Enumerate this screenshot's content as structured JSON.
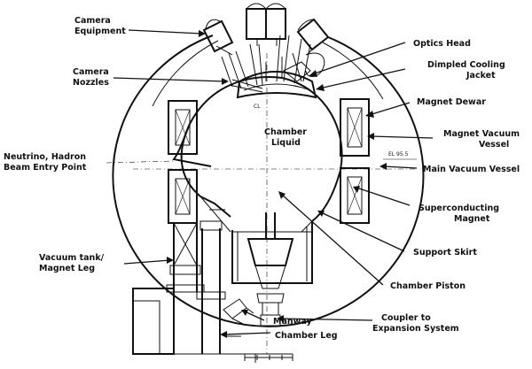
{
  "labels": {
    "camera_equipment": [
      "Camera",
      "Equipment"
    ],
    "camera_nozzles": [
      "Camera",
      "Nozzles"
    ],
    "neutrino_entry": [
      "Neutrino, Hadron",
      "Beam Entry Point"
    ],
    "vacuum_tank_leg": [
      "Vacuum tank/",
      "Magnet Leg"
    ],
    "optics_head": [
      "Optics Head"
    ],
    "dimpled_jacket": [
      "Dimpled Cooling",
      "Jacket"
    ],
    "magnet_dewar": [
      "Magnet Dewar"
    ],
    "magnet_vacuum_vessel": [
      "Magnet Vacuum",
      "Vessel"
    ],
    "main_vacuum_vessel": [
      "Main Vacuum Vessel"
    ],
    "superconducting_magnet": [
      "Superconducting",
      "Magnet"
    ],
    "support_skirt": [
      "Support Skirt"
    ],
    "chamber_piston": [
      "Chamber Piston"
    ],
    "coupler": [
      "Coupler to",
      "Expansion System"
    ],
    "manway": [
      "Manway"
    ],
    "chamber_leg": [
      "Chamber Leg"
    ],
    "chamber_liquid": [
      "Chamber",
      "Liquid"
    ]
  },
  "drawing_marks": {
    "elevation": "EL 95.5",
    "centerline": "CL"
  }
}
